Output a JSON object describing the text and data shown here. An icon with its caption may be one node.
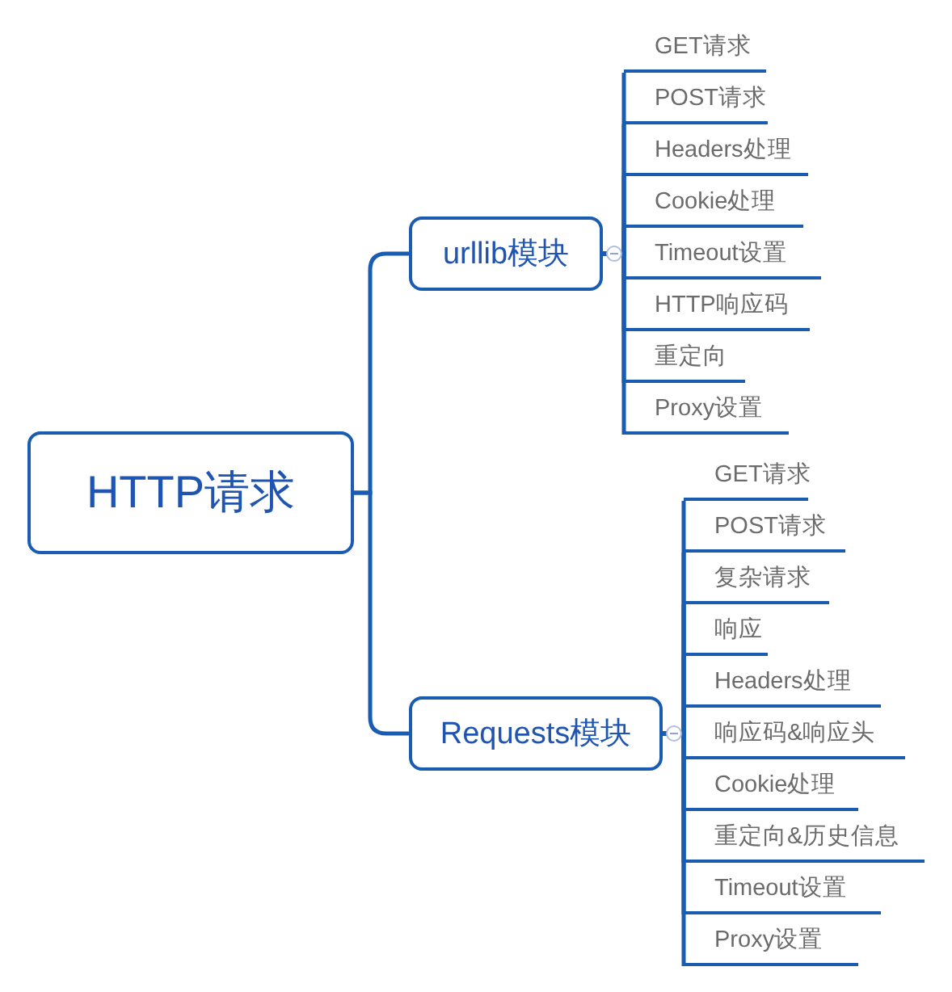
{
  "diagram": {
    "nodes": [
      {
        "text": [
          "HTTP请求"
        ]
      },
      {
        "text": [
          "urllib模块"
        ]
      },
      {
        "text": [
          "GET请求"
        ]
      },
      {
        "text": [
          "POST请求"
        ]
      },
      {
        "text": [
          "Headers处理"
        ]
      },
      {
        "text": [
          "Cookie处理"
        ]
      },
      {
        "text": [
          "Timeout设置"
        ]
      },
      {
        "text": [
          "HTTP响应码"
        ]
      },
      {
        "text": [
          "重定向"
        ]
      },
      {
        "text": [
          "Proxy设置"
        ]
      },
      {
        "text": [
          "Requests模块"
        ]
      },
      {
        "text": [
          "GET请求"
        ]
      },
      {
        "text": [
          "POST请求"
        ]
      },
      {
        "text": [
          "复杂请求"
        ]
      },
      {
        "text": [
          "响应"
        ]
      },
      {
        "text": [
          "Headers处理"
        ]
      },
      {
        "text": [
          "响应码&响应头"
        ]
      },
      {
        "text": [
          "Cookie处理"
        ]
      },
      {
        "text": [
          "重定向&历史信息"
        ]
      },
      {
        "text": [
          "Timeout设置"
        ]
      },
      {
        "text": [
          "Proxy设置"
        ]
      }
    ],
    "edges": [
      {
        "from": 0,
        "to": 1,
        "arrow": "none"
      },
      {
        "from": 0,
        "to": 10,
        "arrow": "none"
      },
      {
        "from": 1,
        "to": 2,
        "arrow": "none"
      },
      {
        "from": 1,
        "to": 3,
        "arrow": "none"
      },
      {
        "from": 1,
        "to": 4,
        "arrow": "none"
      },
      {
        "from": 1,
        "to": 5,
        "arrow": "none"
      },
      {
        "from": 1,
        "to": 6,
        "arrow": "none"
      },
      {
        "from": 1,
        "to": 7,
        "arrow": "none"
      },
      {
        "from": 1,
        "to": 8,
        "arrow": "none"
      },
      {
        "from": 1,
        "to": 9,
        "arrow": "none"
      },
      {
        "from": 10,
        "to": 11,
        "arrow": "none"
      },
      {
        "from": 10,
        "to": 12,
        "arrow": "none"
      },
      {
        "from": 10,
        "to": 13,
        "arrow": "none"
      },
      {
        "from": 10,
        "to": 14,
        "arrow": "none"
      },
      {
        "from": 10,
        "to": 15,
        "arrow": "none"
      },
      {
        "from": 10,
        "to": 16,
        "arrow": "none"
      },
      {
        "from": 10,
        "to": 17,
        "arrow": "none"
      },
      {
        "from": 10,
        "to": 18,
        "arrow": "none"
      },
      {
        "from": 10,
        "to": 19,
        "arrow": "none"
      },
      {
        "from": 10,
        "to": 20,
        "arrow": "none"
      }
    ]
  }
}
